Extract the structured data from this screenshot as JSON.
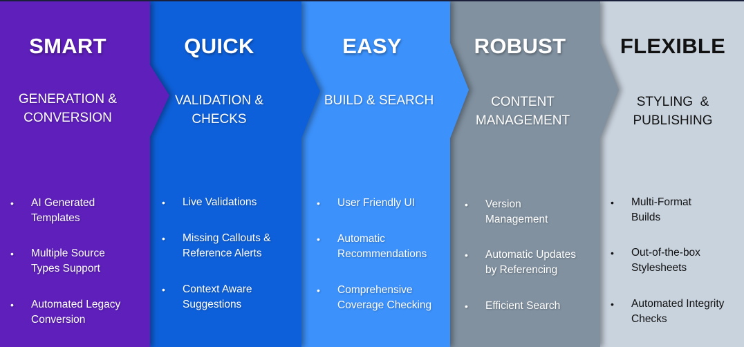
{
  "colors": {
    "smart": "#5E1FBB",
    "quick": "#0E60DA",
    "easy": "#3C91FB",
    "robust": "#8191A0",
    "flexible": "#C9D3DE",
    "frame_top": "#1a1f3a"
  },
  "panels": [
    {
      "id": "smart",
      "title": "SMART",
      "subtitle_lines": [
        "GENERATION &",
        "CONVERSION"
      ],
      "bullets": [
        {
          "lines": [
            "AI Generated",
            "Templates"
          ]
        },
        {
          "lines": [
            "Multiple Source",
            "Types Support"
          ]
        },
        {
          "lines": [
            "Automated Legacy",
            "Conversion"
          ]
        }
      ]
    },
    {
      "id": "quick",
      "title": "QUICK",
      "subtitle_lines": [
        "VALIDATION &",
        "CHECKS"
      ],
      "bullets": [
        {
          "lines": [
            "Live Validations"
          ]
        },
        {
          "lines": [
            "Missing Callouts &",
            "Reference Alerts"
          ]
        },
        {
          "lines": [
            "Context Aware",
            "Suggestions"
          ]
        }
      ]
    },
    {
      "id": "easy",
      "title": "EASY",
      "subtitle_lines": [
        "BUILD & SEARCH"
      ],
      "bullets": [
        {
          "lines": [
            "User Friendly UI"
          ]
        },
        {
          "lines": [
            "Automatic",
            "Recommendations"
          ]
        },
        {
          "lines": [
            "Comprehensive",
            "Coverage Checking"
          ]
        }
      ]
    },
    {
      "id": "robust",
      "title": "ROBUST",
      "subtitle_lines": [
        "CONTENT",
        "MANAGEMENT"
      ],
      "bullets": [
        {
          "lines": [
            "Version",
            "Management"
          ]
        },
        {
          "lines": [
            "Automatic Updates",
            "by Referencing"
          ]
        },
        {
          "lines": [
            "Efficient Search"
          ]
        }
      ]
    },
    {
      "id": "flexible",
      "title": "FLEXIBLE",
      "subtitle_lines": [
        "STYLING  &",
        "PUBLISHING"
      ],
      "bullets": [
        {
          "lines": [
            "Multi-Format",
            "Builds"
          ]
        },
        {
          "lines": [
            "Out-of-the-box",
            "Stylesheets"
          ]
        },
        {
          "lines": [
            "Automated Integrity",
            "Checks"
          ]
        }
      ]
    }
  ],
  "bullet_glyph": "•"
}
